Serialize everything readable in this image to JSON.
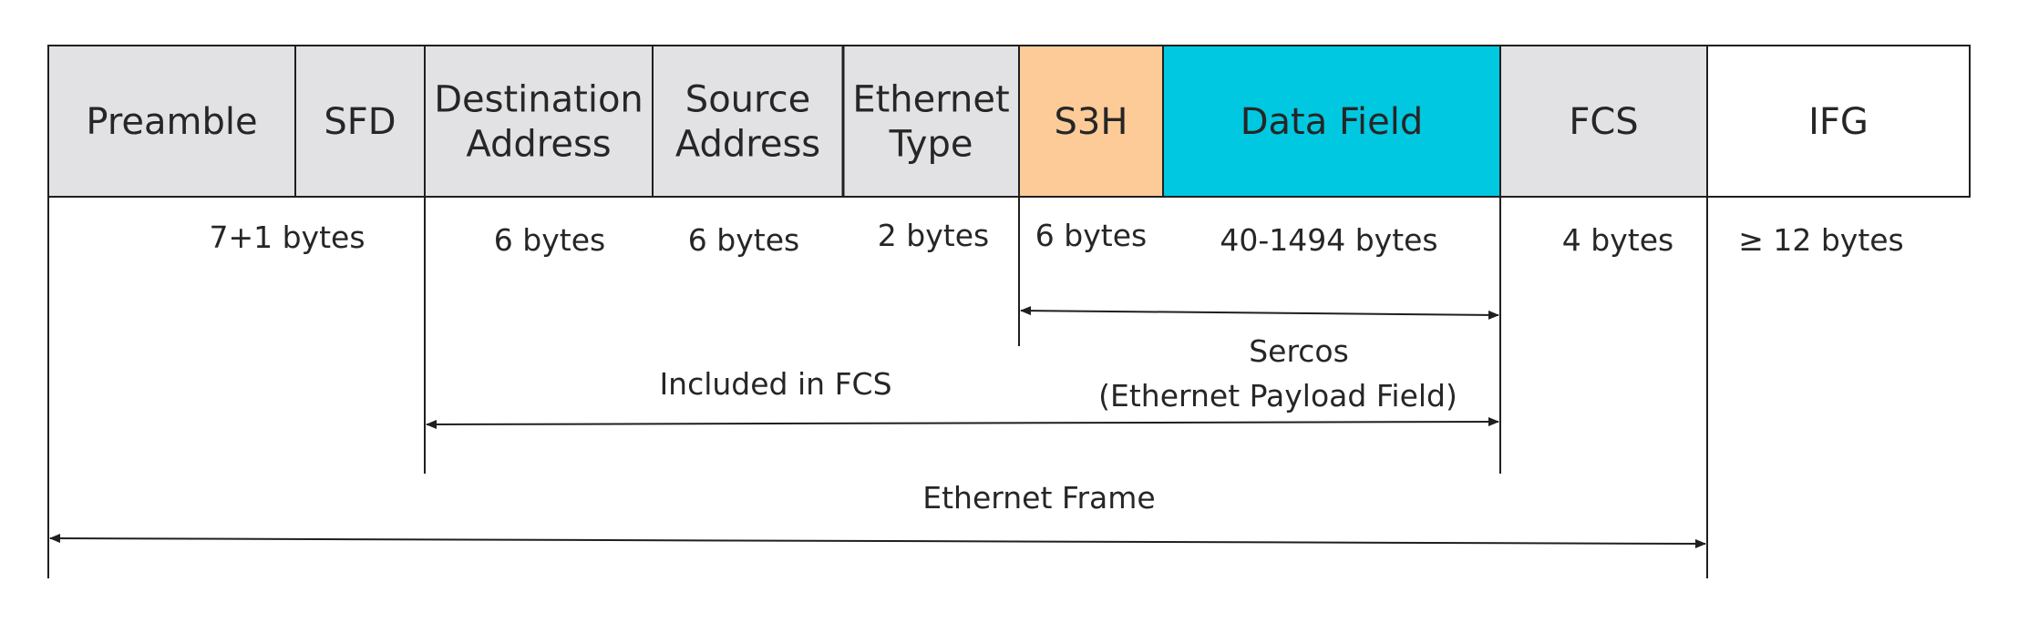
{
  "colors": {
    "header_gray": "#e2e2e4",
    "s3h_orange": "#fdcb98",
    "data_field_cyan": "#00c8e0",
    "ifg_white": "#ffffff",
    "line": "#1f1f1f"
  },
  "fields": [
    {
      "id": "preamble",
      "lines": [
        "Preamble"
      ],
      "color": "header_gray"
    },
    {
      "id": "sfd",
      "lines": [
        "SFD"
      ],
      "color": "header_gray"
    },
    {
      "id": "destination-address",
      "lines": [
        "Destination",
        "Address"
      ],
      "color": "header_gray"
    },
    {
      "id": "source-address",
      "lines": [
        "Source",
        "Address"
      ],
      "color": "header_gray"
    },
    {
      "id": "ethernet-type",
      "lines": [
        "Ethernet",
        "Type"
      ],
      "color": "header_gray"
    },
    {
      "id": "s3h",
      "lines": [
        "S3H"
      ],
      "color": "s3h_orange"
    },
    {
      "id": "data-field",
      "lines": [
        "Data Field"
      ],
      "color": "data_field_cyan"
    },
    {
      "id": "fcs",
      "lines": [
        "FCS"
      ],
      "color": "header_gray"
    },
    {
      "id": "ifg",
      "lines": [
        "IFG"
      ],
      "color": "ifg_white"
    }
  ],
  "sizes": [
    {
      "id": "preamble-sfd",
      "text": "7+1 bytes"
    },
    {
      "id": "destination-address",
      "text": "6 bytes"
    },
    {
      "id": "source-address",
      "text": "6 bytes"
    },
    {
      "id": "ethernet-type",
      "text": "2 bytes"
    },
    {
      "id": "s3h",
      "text": "6 bytes"
    },
    {
      "id": "data-field",
      "text": "40-1494 bytes"
    },
    {
      "id": "fcs",
      "text": "4 bytes"
    },
    {
      "id": "ifg",
      "text": "≥ 12 bytes"
    }
  ],
  "spans": {
    "sercos": [
      "Sercos",
      "(Ethernet Payload Field)"
    ],
    "included_in_fcs": "Included in FCS",
    "ethernet_frame": "Ethernet Frame"
  }
}
